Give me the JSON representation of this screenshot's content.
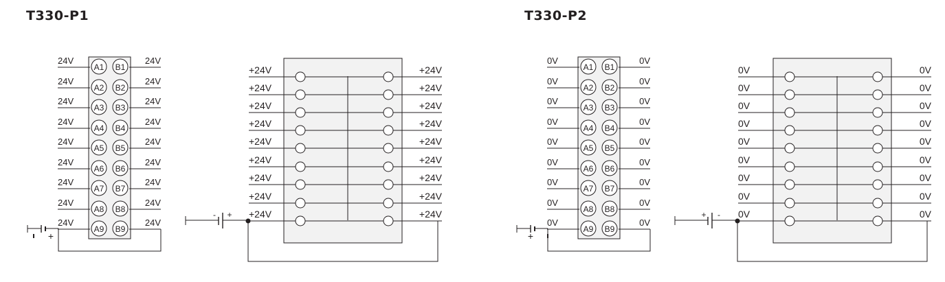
{
  "panels": [
    {
      "title": "T330-P1",
      "voltage_label": "24V",
      "bus_label": "+24V",
      "terminals_a": [
        "A1",
        "A2",
        "A3",
        "A4",
        "A5",
        "A6",
        "A7",
        "A8",
        "A9"
      ],
      "terminals_b": [
        "B1",
        "B2",
        "B3",
        "B4",
        "B5",
        "B6",
        "B7",
        "B8",
        "B9"
      ],
      "battery_small": {
        "left_sign": "-",
        "right_sign": "+"
      },
      "battery_large": {
        "left_sign": "-",
        "right_sign": "+"
      }
    },
    {
      "title": "T330-P2",
      "voltage_label": "0V",
      "bus_label": "0V",
      "terminals_a": [
        "A1",
        "A2",
        "A3",
        "A4",
        "A5",
        "A6",
        "A7",
        "A8",
        "A9"
      ],
      "terminals_b": [
        "B1",
        "B2",
        "B3",
        "B4",
        "B5",
        "B6",
        "B7",
        "B8",
        "B9"
      ],
      "battery_small": {
        "left_sign": "+",
        "right_sign": "-"
      },
      "battery_large": {
        "left_sign": "+",
        "right_sign": "-"
      }
    }
  ],
  "colors": {
    "line": "#231f20",
    "box_fill": "#f2f2f2",
    "background": "#ffffff"
  }
}
